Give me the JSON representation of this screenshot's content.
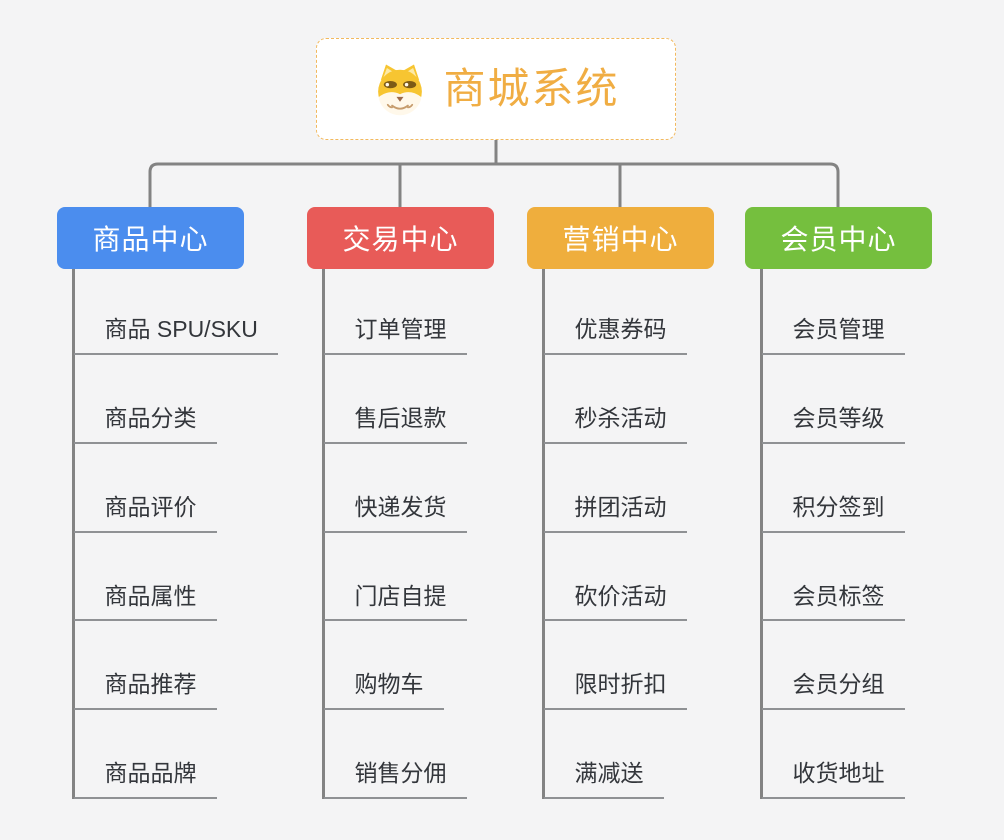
{
  "root": {
    "title": "商城系统",
    "icon": "dog-face-icon",
    "accent_color": "#f0ad43"
  },
  "connector_color": "#838383",
  "underline_color": "#8f9194",
  "columns": [
    {
      "title": "商品中心",
      "color": "#4b8dee",
      "items": [
        "商品 SPU/SKU",
        "商品分类",
        "商品评价",
        "商品属性",
        "商品推荐",
        "商品品牌"
      ]
    },
    {
      "title": "交易中心",
      "color": "#e85b58",
      "items": [
        "订单管理",
        "售后退款",
        "快递发货",
        "门店自提",
        "购物车",
        "销售分佣"
      ]
    },
    {
      "title": "营销中心",
      "color": "#efae3d",
      "items": [
        "优惠券码",
        "秒杀活动",
        "拼团活动",
        "砍价活动",
        "限时折扣",
        "满减送"
      ]
    },
    {
      "title": "会员中心",
      "color": "#75bf3e",
      "items": [
        "会员管理",
        "会员等级",
        "积分签到",
        "会员标签",
        "会员分组",
        "收货地址"
      ]
    }
  ]
}
